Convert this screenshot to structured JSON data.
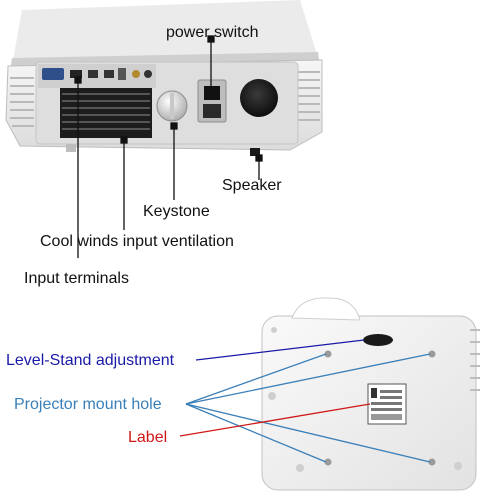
{
  "callouts_top": [
    {
      "id": "power-switch",
      "text": "power switch"
    },
    {
      "id": "speaker",
      "text": "Speaker"
    },
    {
      "id": "keystone",
      "text": "Keystone"
    },
    {
      "id": "cool-winds",
      "text": "Cool winds input ventilation"
    },
    {
      "id": "input-terminals",
      "text": "Input terminals"
    }
  ],
  "callouts_bottom": [
    {
      "id": "level-stand",
      "text": "Level-Stand adjustment",
      "color": "#1a1aa8"
    },
    {
      "id": "mount-hole",
      "text": "Projector mount hole",
      "color": "#3a7fb8"
    },
    {
      "id": "label",
      "text": "Label",
      "color": "#d01818"
    }
  ],
  "colors": {
    "body_white": "#f2f2f2",
    "panel_gray": "#d7d7d7",
    "line_black": "#111111",
    "level_stand_line": "#1a1aa8",
    "mount_hole_line": "#3a7fb8",
    "label_line": "#d01818"
  }
}
